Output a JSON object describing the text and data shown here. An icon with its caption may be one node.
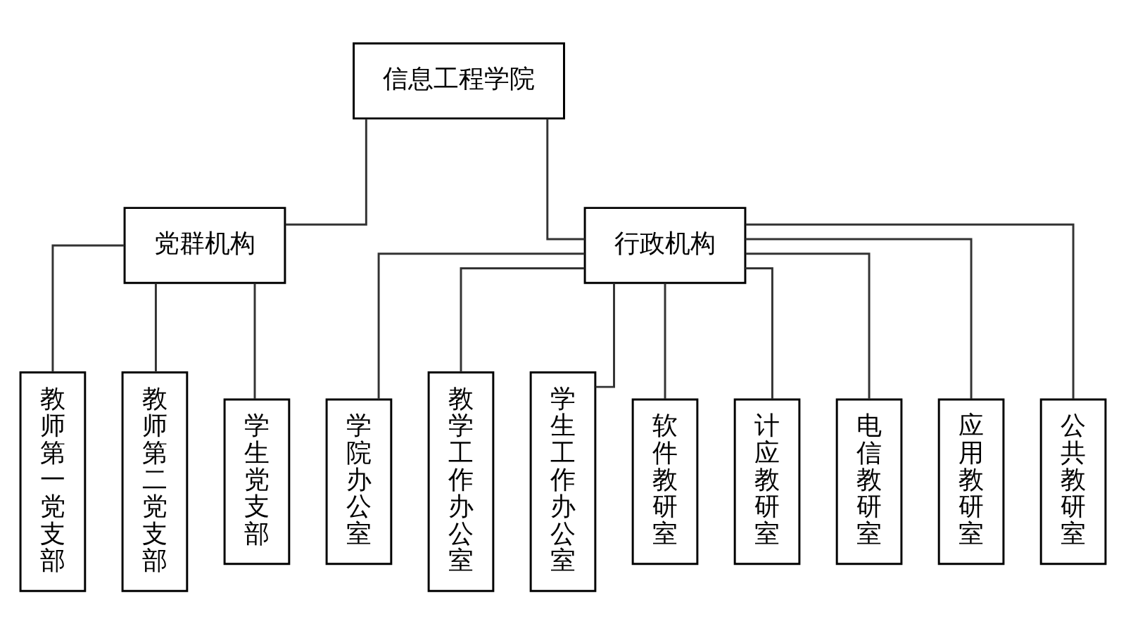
{
  "diagram": {
    "nodes": [
      {
        "text": [
          "信息工程学院"
        ]
      },
      {
        "text": [
          "党群机构"
        ]
      },
      {
        "text": [
          "行政机构"
        ]
      },
      {
        "text": [
          "教师第一党支部"
        ]
      },
      {
        "text": [
          "教师第二党支部"
        ]
      },
      {
        "text": [
          "学生党支部"
        ]
      },
      {
        "text": [
          "学院办公室"
        ]
      },
      {
        "text": [
          "教学工作办公室"
        ]
      },
      {
        "text": [
          "学生工作办公室"
        ]
      },
      {
        "text": [
          "软件教研室"
        ]
      },
      {
        "text": [
          "计应教研室"
        ]
      },
      {
        "text": [
          "电信教研室"
        ]
      },
      {
        "text": [
          "应用教研室"
        ]
      },
      {
        "text": [
          "公共教研室"
        ]
      }
    ],
    "edges": [
      {
        "from": 0,
        "to": 1,
        "arrow": "none"
      },
      {
        "from": 0,
        "to": 2,
        "arrow": "none"
      },
      {
        "from": 1,
        "to": 3,
        "arrow": "none"
      },
      {
        "from": 1,
        "to": 4,
        "arrow": "none"
      },
      {
        "from": 1,
        "to": 5,
        "arrow": "none"
      },
      {
        "from": 2,
        "to": 6,
        "arrow": "none"
      },
      {
        "from": 2,
        "to": 7,
        "arrow": "none"
      },
      {
        "from": 2,
        "to": 8,
        "arrow": "none"
      },
      {
        "from": 2,
        "to": 9,
        "arrow": "none"
      },
      {
        "from": 2,
        "to": 10,
        "arrow": "none"
      },
      {
        "from": 2,
        "to": 11,
        "arrow": "none"
      },
      {
        "from": 2,
        "to": 12,
        "arrow": "none"
      },
      {
        "from": 2,
        "to": 13,
        "arrow": "none"
      }
    ]
  }
}
